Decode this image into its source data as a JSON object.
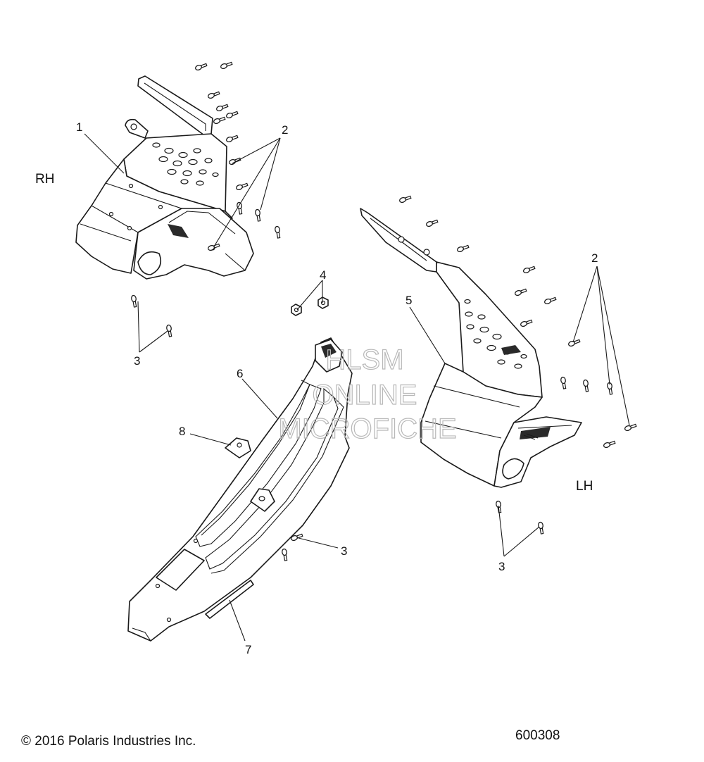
{
  "labels": {
    "rh": "RH",
    "lh": "LH",
    "callouts": [
      "1",
      "2",
      "3",
      "4",
      "5",
      "6",
      "7",
      "8"
    ]
  },
  "watermark": {
    "line1": "HLSM",
    "line2": "ONLINE",
    "line3": "MICROFICHE"
  },
  "footer": {
    "copyright": "© 2016 Polaris Industries Inc.",
    "figure_number": "600308"
  },
  "colors": {
    "line": "#1a1a1a",
    "watermark": "#b8b8b8",
    "background": "#ffffff"
  }
}
